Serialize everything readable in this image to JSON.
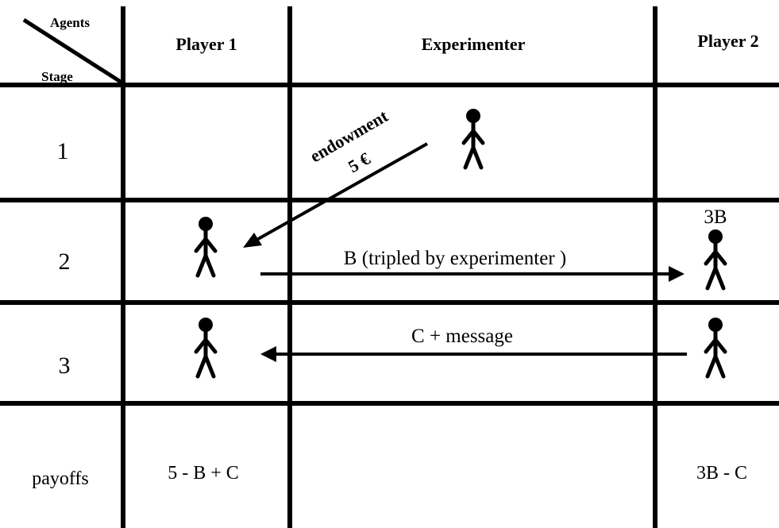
{
  "corner": {
    "top_label": "Agents",
    "bottom_label": "Stage"
  },
  "columns": [
    "Player 1",
    "Experimenter",
    "Player 2"
  ],
  "stages": [
    "1",
    "2",
    "3"
  ],
  "payoffs_label": "payoffs",
  "endowment": {
    "label": "endowment",
    "amount": "5 €"
  },
  "arrows": {
    "stage2_label": "B (tripled by experimenter )",
    "stage3_label": "C + message",
    "player2_receive": "3B"
  },
  "payoffs": {
    "player1": "5 - B + C",
    "player2": "3B - C"
  },
  "icons": [
    "person-icon"
  ]
}
